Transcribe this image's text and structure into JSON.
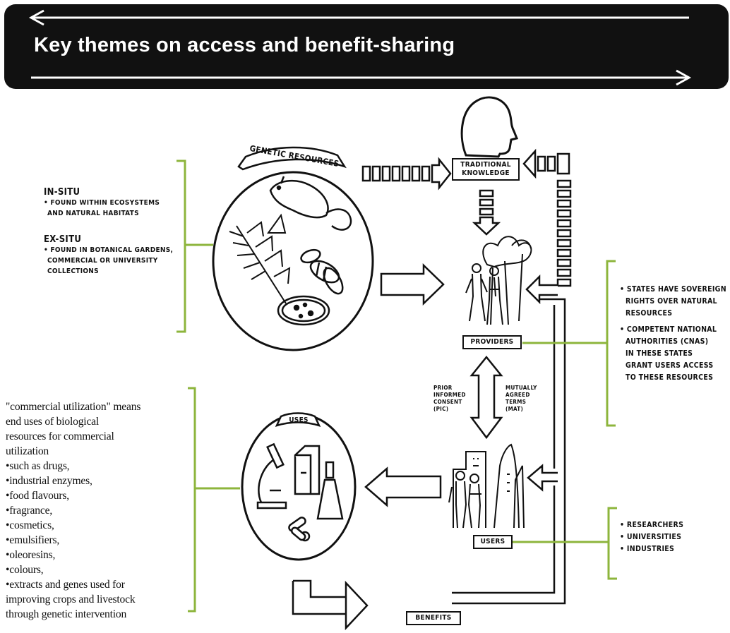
{
  "title": "Key themes on access and benefit-sharing",
  "nodes": {
    "genetic_resources": "GENETIC RESOURCES",
    "traditional_knowledge": [
      "TRADITIONAL",
      "KNOWLEDGE"
    ],
    "providers": "PROVIDERS",
    "users": "USERS",
    "uses": "USES",
    "benefits": "BENEFITS"
  },
  "left_notes": {
    "in_situ_heading": "IN-SITU",
    "in_situ_lines": [
      "• FOUND WITHIN ECOSYSTEMS",
      "AND NATURAL HABITATS"
    ],
    "ex_situ_heading": "EX-SITU",
    "ex_situ_lines": [
      "• FOUND IN BOTANICAL GARDENS,",
      "COMMERCIAL OR UNIVERSITY",
      "COLLECTIONS"
    ]
  },
  "exchange_labels": {
    "pic": [
      "PRIOR",
      "INFORMED",
      "CONSENT",
      "(PIC)"
    ],
    "mat": [
      "MUTUALLY",
      "AGREED",
      "TERMS",
      "(MAT)"
    ]
  },
  "provider_notes": [
    "• STATES HAVE SOVEREIGN",
    "RIGHTS OVER NATURAL",
    "RESOURCES",
    "• COMPETENT NATIONAL",
    "AUTHORITIES (CNAs)",
    "IN THESE STATES",
    "GRANT USERS ACCESS",
    "TO THESE RESOURCES"
  ],
  "user_notes": [
    "• RESEARCHERS",
    "• UNIVERSITIES",
    "• INDUSTRIES"
  ],
  "commercial_notes": [
    "\"commercial utilization\" means",
    "end uses of biological",
    "resources for commercial",
    "utilization",
    "•such as drugs,",
    "•industrial enzymes,",
    "•food flavours,",
    "•fragrance,",
    "•cosmetics,",
    "•emulsifiers,",
    "•oleoresins,",
    "•colours,",
    "•extracts and genes used for",
    "improving crops and livestock",
    "through genetic intervention"
  ],
  "colors": {
    "banner": "#111111",
    "bracket": "#8db53c",
    "ink": "#111111"
  }
}
